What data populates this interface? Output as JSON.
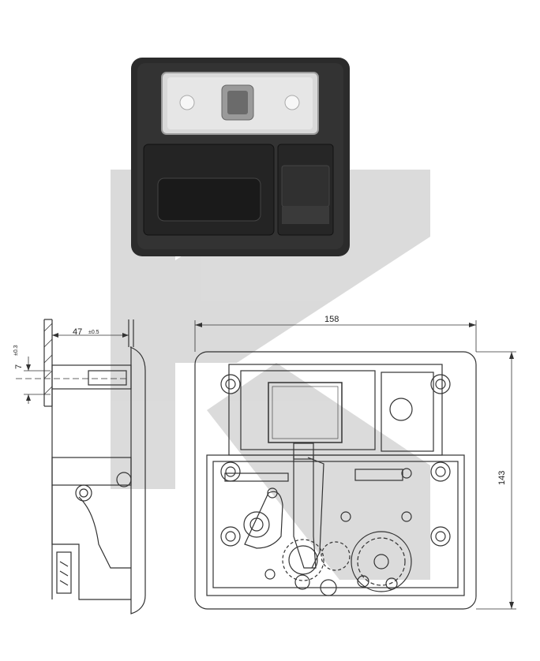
{
  "figure": {
    "product": "rear-lamp-latch-handle",
    "dimensions": {
      "width": "158",
      "height": "143",
      "depth": "47",
      "depth_tolerance": "±0.5",
      "offset": "7",
      "offset_tolerance": "±0.3"
    },
    "colors": {
      "body_black": "#2b2b2b",
      "lens_gray": "#d9d9d9",
      "line": "#333333",
      "watermark": "#bdbdbd"
    }
  }
}
